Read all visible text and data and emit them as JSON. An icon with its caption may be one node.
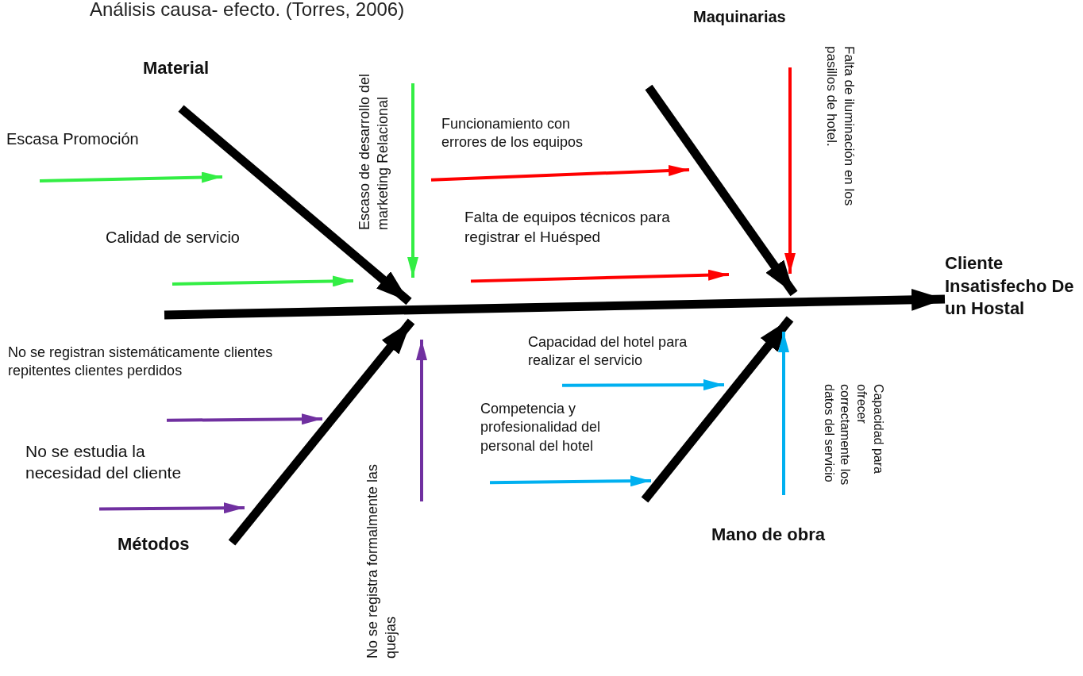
{
  "diagram": {
    "title": "Análisis causa- efecto. (Torres, 2006)",
    "nodes": [
      {
        "text": [
          "Material"
        ]
      },
      {
        "text": [
          "Escasa Promoción"
        ]
      },
      {
        "text": [
          "Calidad de servicio"
        ]
      },
      {
        "text": [
          "Escaso de desarrollo del marketing Relacional"
        ]
      },
      {
        "text": [
          "Métodos"
        ]
      },
      {
        "text": [
          "No se registran sistemáticamente clientes repitentes clientes perdidos"
        ]
      },
      {
        "text": [
          "No se estudia la necesidad del cliente"
        ]
      },
      {
        "text": [
          "No se registra formalmente las quejas"
        ]
      },
      {
        "text": [
          "Maquinarias"
        ]
      },
      {
        "text": [
          "Funcionamiento con errores de los equipos"
        ]
      },
      {
        "text": [
          "Falta de equipos técnicos para registrar el Huésped"
        ]
      },
      {
        "text": [
          "Falta de iluminación en los pasillos de hotel."
        ]
      },
      {
        "text": [
          "Mano de obra"
        ]
      },
      {
        "text": [
          "Capacidad del hotel para realizar el servicio"
        ]
      },
      {
        "text": [
          "Competencia y profesionalidad del personal del hotel"
        ]
      },
      {
        "text": [
          "Capacidad para ofrecer correctamente los datos del servicio"
        ]
      },
      {
        "text": [
          "Cliente Insatisfecho De un Hostal"
        ]
      }
    ],
    "edges": [
      {
        "from": null,
        "to": 16,
        "arrow": "to",
        "style": "thick"
      },
      {
        "from": 0,
        "to": null,
        "arrow": "to",
        "style": "thick"
      },
      {
        "from": 1,
        "to": null,
        "arrow": "to",
        "color": "#33ee44"
      },
      {
        "from": 2,
        "to": null,
        "arrow": "to",
        "color": "#33ee44"
      },
      {
        "from": 3,
        "to": null,
        "arrow": "to",
        "color": "#33ee44"
      },
      {
        "from": 4,
        "to": null,
        "arrow": "to",
        "style": "thick"
      },
      {
        "from": 5,
        "to": null,
        "arrow": "to",
        "color": "#7030a0"
      },
      {
        "from": 6,
        "to": null,
        "arrow": "to",
        "color": "#7030a0"
      },
      {
        "from": 7,
        "to": null,
        "arrow": "to",
        "color": "#7030a0"
      },
      {
        "from": 8,
        "to": null,
        "arrow": "to",
        "style": "thick"
      },
      {
        "from": 9,
        "to": null,
        "arrow": "to",
        "color": "#ff0000"
      },
      {
        "from": 10,
        "to": null,
        "arrow": "to",
        "color": "#ff0000"
      },
      {
        "from": 11,
        "to": null,
        "arrow": "to",
        "color": "#ff0000"
      },
      {
        "from": 12,
        "to": null,
        "arrow": "to",
        "style": "thick"
      },
      {
        "from": 13,
        "to": null,
        "arrow": "to",
        "color": "#00b0f0"
      },
      {
        "from": 14,
        "to": null,
        "arrow": "to",
        "color": "#00b0f0"
      },
      {
        "from": 15,
        "to": null,
        "arrow": "to",
        "color": "#00b0f0"
      }
    ]
  }
}
